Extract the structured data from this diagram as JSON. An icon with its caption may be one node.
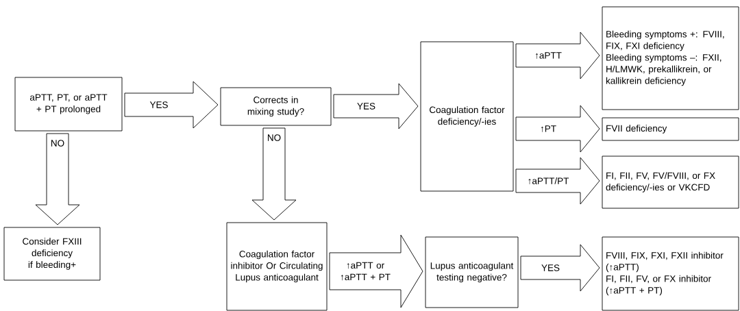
{
  "diagram": {
    "nodes": [
      {
        "text": [
          "aPTT, PT, or aPTT + PT prolonged"
        ]
      },
      {
        "text": [
          "Corrects in mixing study?"
        ]
      },
      {
        "text": [
          "Coagulation factor deficiency/-ies"
        ]
      },
      {
        "text": [
          "Bleeding symptoms +: FVIII, FIX, FXI deficiency",
          "Bleeding symptoms –: FXII, H/LMWK, prekallikrein, or kallikrein deficiency"
        ]
      },
      {
        "text": [
          "FVII deficiency"
        ]
      },
      {
        "text": [
          "FI, FII, FV, FV/FVIII, or FX deficiency/-ies or VKCFD"
        ]
      },
      {
        "text": [
          "Consider FXIII deficiency if bleeding+"
        ]
      },
      {
        "text": [
          "Coagulation factor inhibitor Or Circulating Lupus anticoagulant"
        ]
      },
      {
        "text": [
          "Lupus anticoagulant testing negative?"
        ]
      },
      {
        "text": [
          "FVIII, FIX, FXI, FXII inhibitor (↑aPTT)",
          "FI, FII, FV, or FX inhibitor (↑aPTT + PT)"
        ]
      }
    ],
    "edges": [
      {
        "from": 0,
        "to": 1,
        "arrow": "to",
        "label": "YES"
      },
      {
        "from": 1,
        "to": 2,
        "arrow": "to",
        "label": "YES"
      },
      {
        "from": 2,
        "to": 3,
        "arrow": "to",
        "label": "↑aPTT"
      },
      {
        "from": 2,
        "to": 4,
        "arrow": "to",
        "label": "↑PT"
      },
      {
        "from": 2,
        "to": 5,
        "arrow": "to",
        "label": "↑aPTT/PT"
      },
      {
        "from": 0,
        "to": 6,
        "arrow": "to",
        "label": "NO"
      },
      {
        "from": 1,
        "to": 7,
        "arrow": "to",
        "label": "NO"
      },
      {
        "from": 7,
        "to": 8,
        "arrow": "to",
        "label": "↑aPTT or ↑aPTT + PT"
      },
      {
        "from": 8,
        "to": 9,
        "arrow": "to",
        "label": "YES"
      }
    ]
  }
}
